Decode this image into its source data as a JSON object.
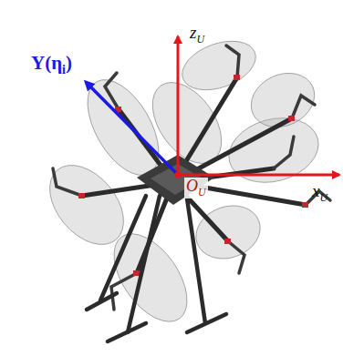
{
  "diagram": {
    "labels": [
      "z",
      "U",
      "x",
      "U",
      "O",
      "U",
      "Υ(η",
      "i",
      ")"
    ]
  }
}
